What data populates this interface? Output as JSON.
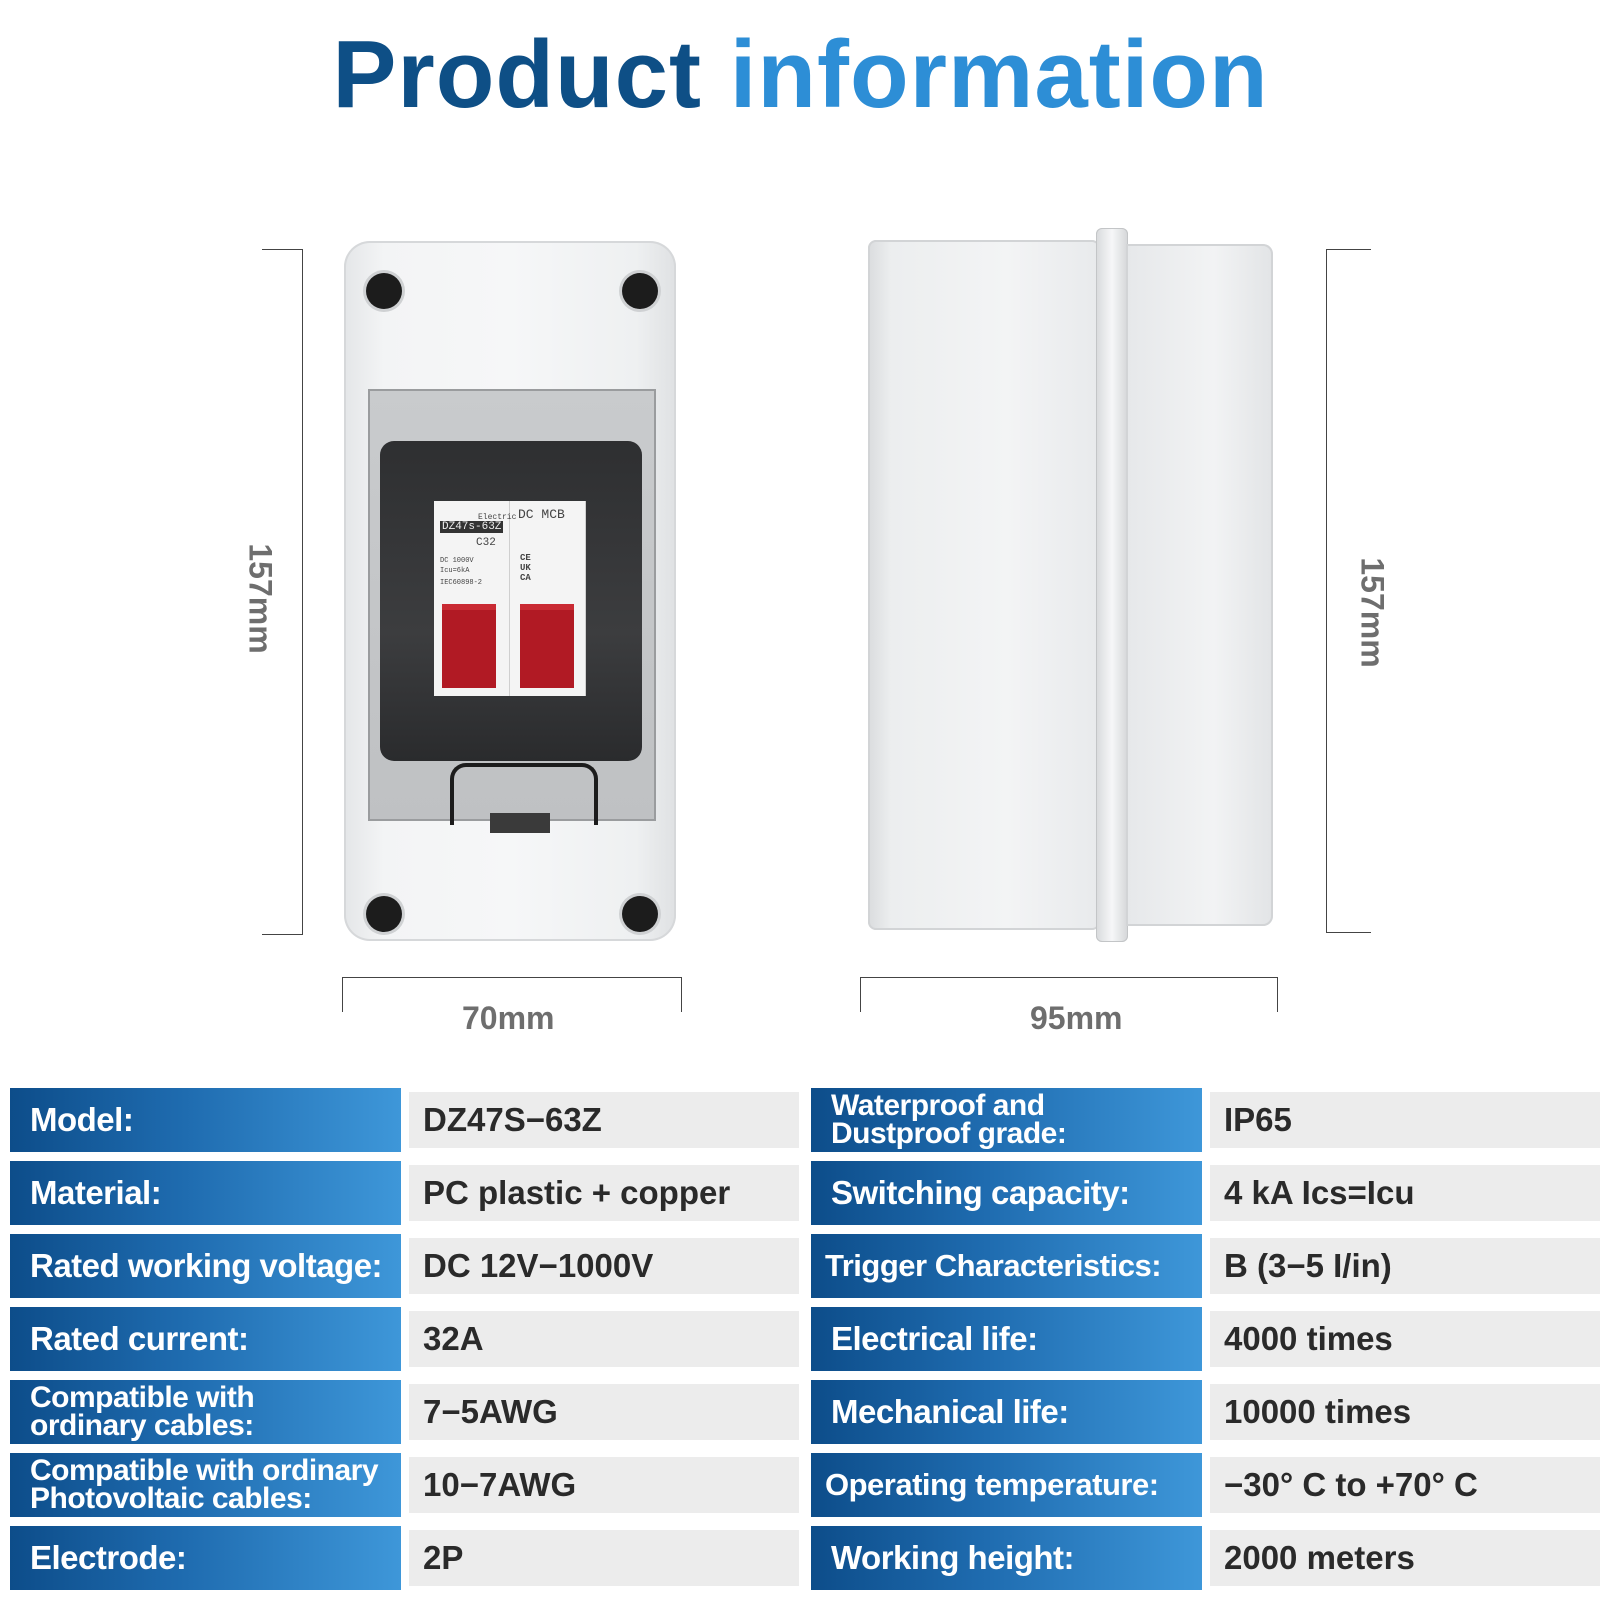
{
  "title": {
    "word1": "Product",
    "word2": "information"
  },
  "dimensions": {
    "front_height": "157mm",
    "side_height": "157mm",
    "front_width": "70mm",
    "side_width": "95mm"
  },
  "breaker": {
    "brand": "Electric",
    "model": "DZ47s-63Z",
    "rating": "C32",
    "type": "DC MCB",
    "spec1": "DC 1000V",
    "spec2": "Icu=6kA",
    "standard": "IEC60898-2",
    "marks": "CE UK CA"
  },
  "specs_left": [
    {
      "label": "Model:",
      "value": "DZ47S−63Z"
    },
    {
      "label": "Material:",
      "value": "PC plastic + copper"
    },
    {
      "label": "Rated working voltage:",
      "value": "DC 12V−1000V"
    },
    {
      "label": "Rated current:",
      "value": "32A"
    },
    {
      "label": "Compatible with ordinary cables:",
      "value": "7−5AWG"
    },
    {
      "label": "Compatible with ordinary Photovoltaic cables:",
      "value": "10−7AWG"
    },
    {
      "label": "Electrode:",
      "value": "2P"
    }
  ],
  "specs_right": [
    {
      "label": "Waterproof and Dustproof grade:",
      "value": "IP65"
    },
    {
      "label": "Switching capacity:",
      "value": "4 kA Ics=Icu"
    },
    {
      "label": "Trigger Characteristics:",
      "value": "B (3−5 I/in)"
    },
    {
      "label": "Electrical life:",
      "value": "4000 times"
    },
    {
      "label": "Mechanical life:",
      "value": "10000 times"
    },
    {
      "label": "Operating temperature:",
      "value": "−30°  C to +70°  C"
    },
    {
      "label": "Working height:",
      "value": "2000 meters"
    }
  ],
  "colors": {
    "title_dark": "#0e4f86",
    "title_light": "#2d8ed6",
    "label_gradient_start": "#0d4d8a",
    "label_gradient_end": "#3e97d9",
    "value_bg": "#ececec",
    "handle_red": "#b11a24"
  }
}
